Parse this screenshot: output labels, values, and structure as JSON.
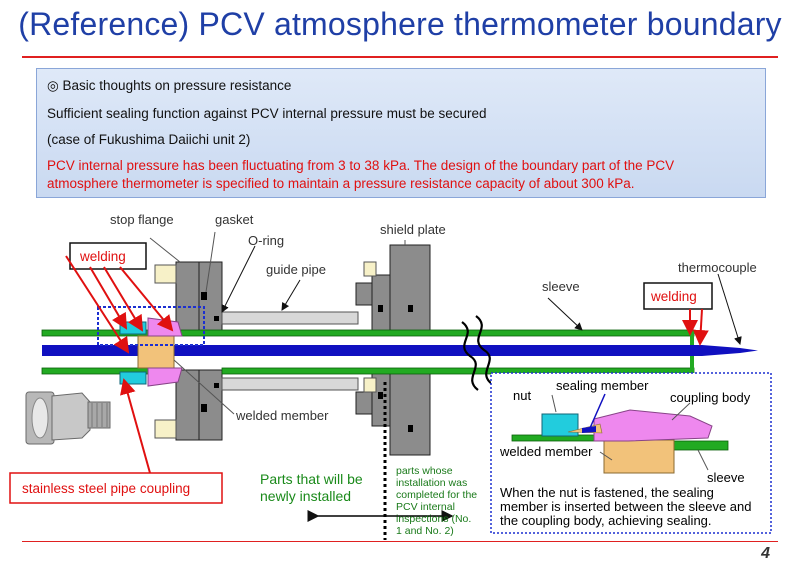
{
  "title": "(Reference) PCV atmosphere thermometer boundary",
  "info": {
    "heading": "◎  Basic thoughts on pressure resistance",
    "line1": "Sufficient sealing function against PCV internal pressure must be secured",
    "line2": "(case of Fukushima Daiichi unit 2)",
    "red_line1": "PCV internal pressure has been fluctuating from 3 to 38 kPa. The design of the boundary part of the PCV",
    "red_line2": "atmosphere thermometer is specified to maintain a pressure resistance capacity of about 300 kPa."
  },
  "labels": {
    "stop_flange": "stop flange",
    "gasket": "gasket",
    "o_ring": "O-ring",
    "guide_pipe": "guide pipe",
    "shield_plate": "shield plate",
    "sleeve": "sleeve",
    "thermocouple": "thermocouple",
    "welding_left": "welding",
    "welding_right": "welding",
    "welded_member": "welded member",
    "stainless_coupling": "stainless steel pipe coupling",
    "parts_new_line1": "Parts that will be",
    "parts_new_line2": "newly installed",
    "parts_completed": [
      "parts whose",
      "installation was",
      "completed for the",
      "PCV internal",
      "inspections (No.",
      "1 and No. 2)"
    ]
  },
  "detail": {
    "nut": "nut",
    "sealing_member": "sealing member",
    "coupling_body": "coupling body",
    "welded_member": "welded member",
    "sleeve": "sleeve",
    "caption_line1": "When the nut is fastened, the sealing",
    "caption_line2": "member is inserted between the sleeve and",
    "caption_line3": "the coupling body, achieving sealing."
  },
  "colors": {
    "title": "#1f3fa6",
    "rule": "#e02020",
    "sleeve_green": "#22aa22",
    "thermocouple_blue": "#1010c0",
    "flange_gray": "#888888",
    "nut_cyan": "#22ccdd",
    "coupling_pink": "#ee88ee",
    "welded_tan": "#f0c080"
  },
  "page_number": "4"
}
